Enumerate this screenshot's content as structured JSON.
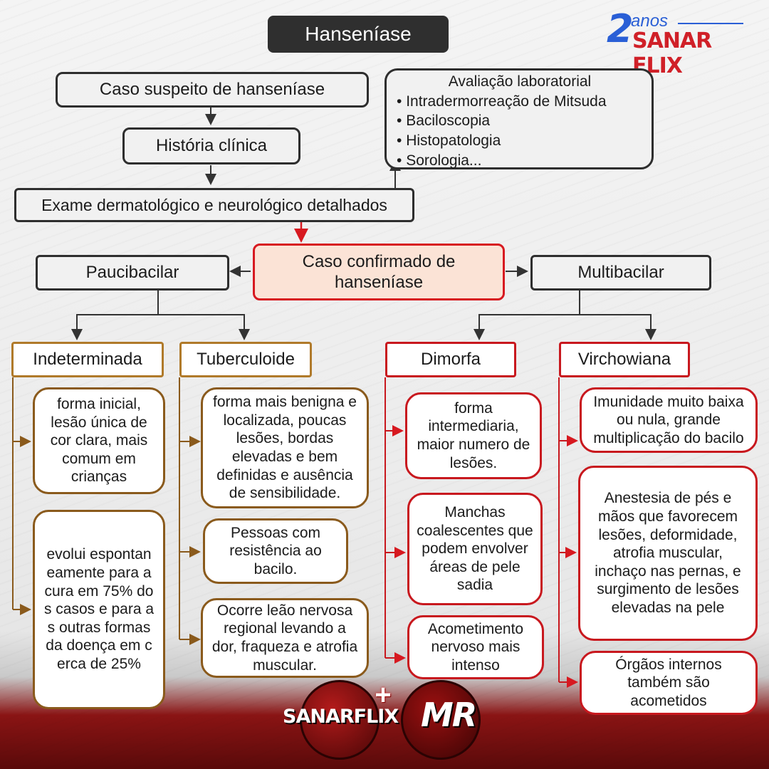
{
  "title": "Hanseníase",
  "flow": {
    "suspect": "Caso suspeito de hanseníase",
    "history": "História clínica",
    "exam": "Exame dermatológico e neurológico detalhados",
    "confirmed": "Caso confirmado de hanseníase"
  },
  "lab": {
    "title": "Avaliação laboratorial",
    "items": [
      "Intradermorreação de Mitsuda",
      "Baciloscopia",
      "Histopatologia",
      "Sorologia..."
    ]
  },
  "classes": {
    "pauci": "Paucibacilar",
    "multi": "Multibacilar"
  },
  "forms": {
    "indeterminada": {
      "label": "Indeterminada",
      "notes": [
        "forma inicial, lesão única de cor clara, mais comum em crianças",
        "evolui espontaneamente para a cura em 75% dos casos e para as outras formas da doença em cerca de 25%"
      ]
    },
    "tuberculoide": {
      "label": "Tuberculoide",
      "notes": [
        "forma mais benigna e localizada, poucas lesões, bordas elevadas e bem definidas e ausência de sensibilidade.",
        "Pessoas com resistência ao bacilo.",
        "Ocorre leão nervosa regional levando a dor, fraqueza e atrofia muscular."
      ]
    },
    "dimorfa": {
      "label": "Dimorfa",
      "notes": [
        "forma intermediaria, maior numero de lesões.",
        "Manchas coalescentes que podem envolver áreas de pele sadia",
        "Acometimento nervoso mais intenso"
      ]
    },
    "virchowiana": {
      "label": "Virchowiana",
      "notes": [
        "Imunidade muito baixa ou nula, grande multiplicação do bacilo",
        "Anestesia de pés e mãos que favorecem lesões, deformidade, atrofia muscular, inchaço nas pernas, e surgimento de lesões elevadas na pele",
        "Órgãos internos também são acometidos"
      ]
    }
  },
  "branding": {
    "top_number": "2",
    "top_anos": "anos",
    "top_brand": "SANAR FLIX",
    "bottom_left": "SANARFLIX",
    "bottom_plus": "+",
    "bottom_right": "MR"
  },
  "colors": {
    "confirmed_fill": "#fbe3d6",
    "red": "#c8181e",
    "brown": "#8a5a1c",
    "dark": "#2e2e2e"
  }
}
